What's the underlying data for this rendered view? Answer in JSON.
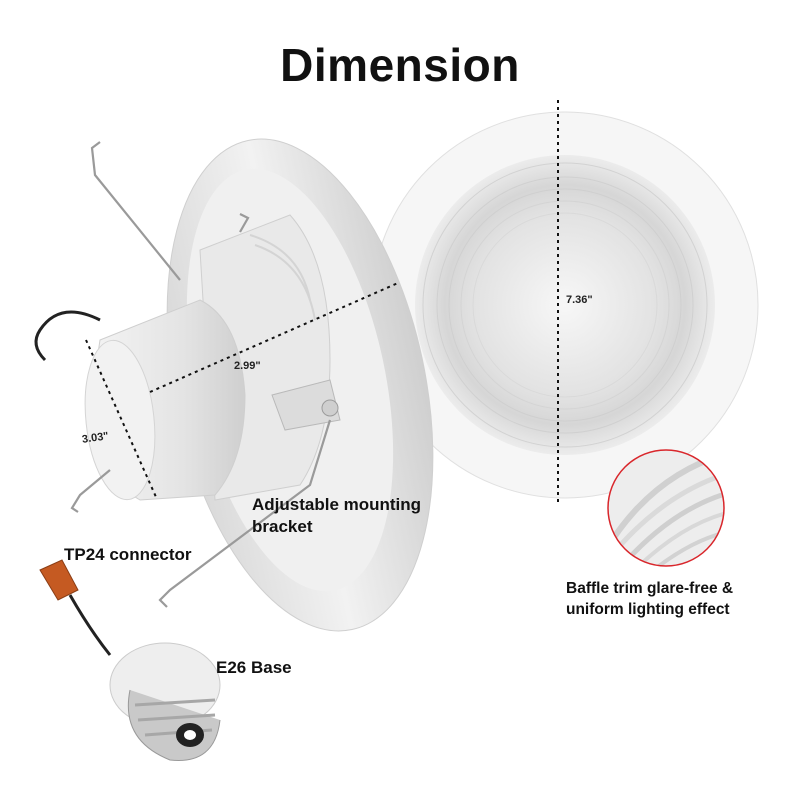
{
  "title": "Dimension",
  "dimensions": {
    "diameter": "7.36\"",
    "height": "2.99\"",
    "can_diameter": "3.03\""
  },
  "callouts": {
    "mounting_bracket": "Adjustable mounting bracket",
    "connector": "TP24 connector",
    "base": "E26 Base",
    "baffle": "Baffle trim glare-free & uniform lighting effect"
  },
  "colors": {
    "accent_circle": "#d9262b",
    "dotted_line": "#111111"
  }
}
